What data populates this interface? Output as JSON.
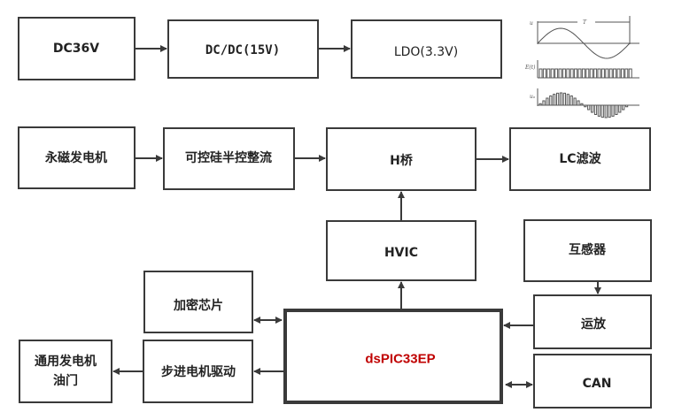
{
  "blocks": {
    "dc36v": "DC36V",
    "dcdc": "DC/DC(15V)",
    "ldo": "LDO(3.3V)",
    "pm_generator": "永磁发电机",
    "scr_rectifier": "可控硅半控整流",
    "h_bridge": "H桥",
    "lc_filter": "LC滤波",
    "hvic": "HVIC",
    "transformer": "互感器",
    "crypto_chip": "加密芯片",
    "op_amp": "运放",
    "mcu": "dsPIC33EP",
    "stepper_driver": "步进电机驱动",
    "throttle_line1": "通用发电机",
    "throttle_line2": "油门",
    "can": "CAN"
  },
  "waveform": {
    "period_label": "T",
    "u_label": "u",
    "e_label": "E(t)",
    "uo_label": "uₒ"
  },
  "colors": {
    "mcu_text": "#c00000",
    "line": "#3a3a3a"
  }
}
